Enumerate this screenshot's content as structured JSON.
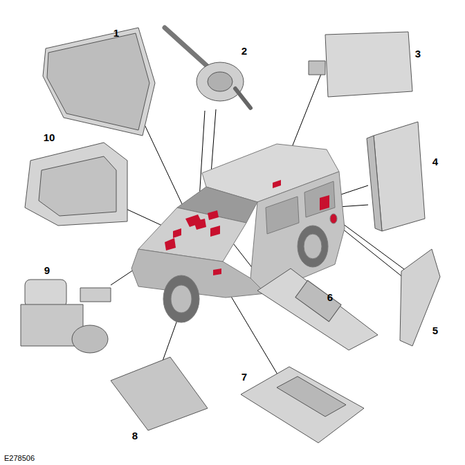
{
  "diagram": {
    "labels": [
      "1",
      "2",
      "3",
      "4",
      "5",
      "6",
      "7",
      "8",
      "9",
      "10",
      "E278506"
    ]
  }
}
